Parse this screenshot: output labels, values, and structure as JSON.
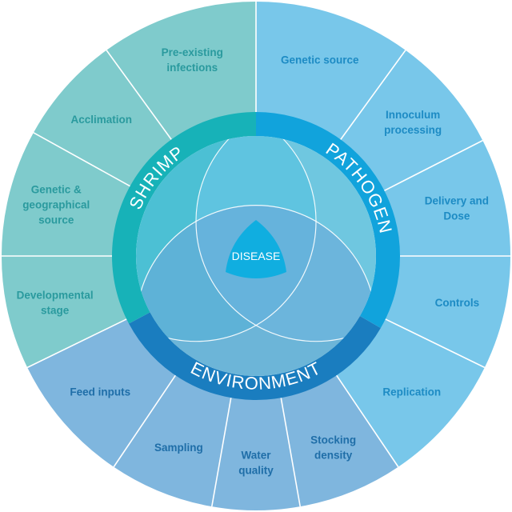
{
  "colors": {
    "shrimp_outer": "#7fcbcc",
    "shrimp_text": "#2a9a9e",
    "pathogen_outer": "#78c7ea",
    "pathogen_text": "#1d8bc4",
    "environment_outer": "#7fb6de",
    "environment_text": "#1f6ea8",
    "shrimp_ring": "#17b2b8",
    "pathogen_ring": "#11a3dc",
    "environment_ring": "#1a7dbf",
    "inner_background": "#6fc8d6",
    "shrimp_petal": "#2fbad4",
    "pathogen_petal": "#6fc6ea",
    "environment_petal": "#6aa8d8",
    "overlap_shrimp_pathogen": "#22b5dc",
    "overlap_shrimp_environment": "#22aedc",
    "overlap_pathogen_environment": "#34a8e0",
    "center_disease": "#10aee0",
    "divider": "#ffffff"
  },
  "outer_segments": {
    "shrimp": [
      {
        "lines": [
          "Pre-existing",
          "infections"
        ]
      },
      {
        "lines": [
          "Acclimation"
        ]
      },
      {
        "lines": [
          "Genetic &",
          "geographical",
          "source"
        ]
      },
      {
        "lines": [
          "Developmental",
          "stage"
        ]
      }
    ],
    "pathogen": [
      {
        "lines": [
          "Genetic source"
        ]
      },
      {
        "lines": [
          "Innoculum",
          "processing"
        ]
      },
      {
        "lines": [
          "Delivery and",
          "Dose"
        ]
      },
      {
        "lines": [
          "Controls"
        ]
      },
      {
        "lines": [
          "Replication"
        ]
      }
    ],
    "environment": [
      {
        "lines": [
          "Stocking",
          "density"
        ]
      },
      {
        "lines": [
          "Water",
          "quality"
        ]
      },
      {
        "lines": [
          "Sampling"
        ]
      },
      {
        "lines": [
          "Feed inputs"
        ]
      }
    ]
  },
  "ring_labels": {
    "shrimp": "SHRIMP",
    "pathogen": "PATHOGEN",
    "environment": "ENVIRONMENT"
  },
  "center_label": "DISEASE"
}
